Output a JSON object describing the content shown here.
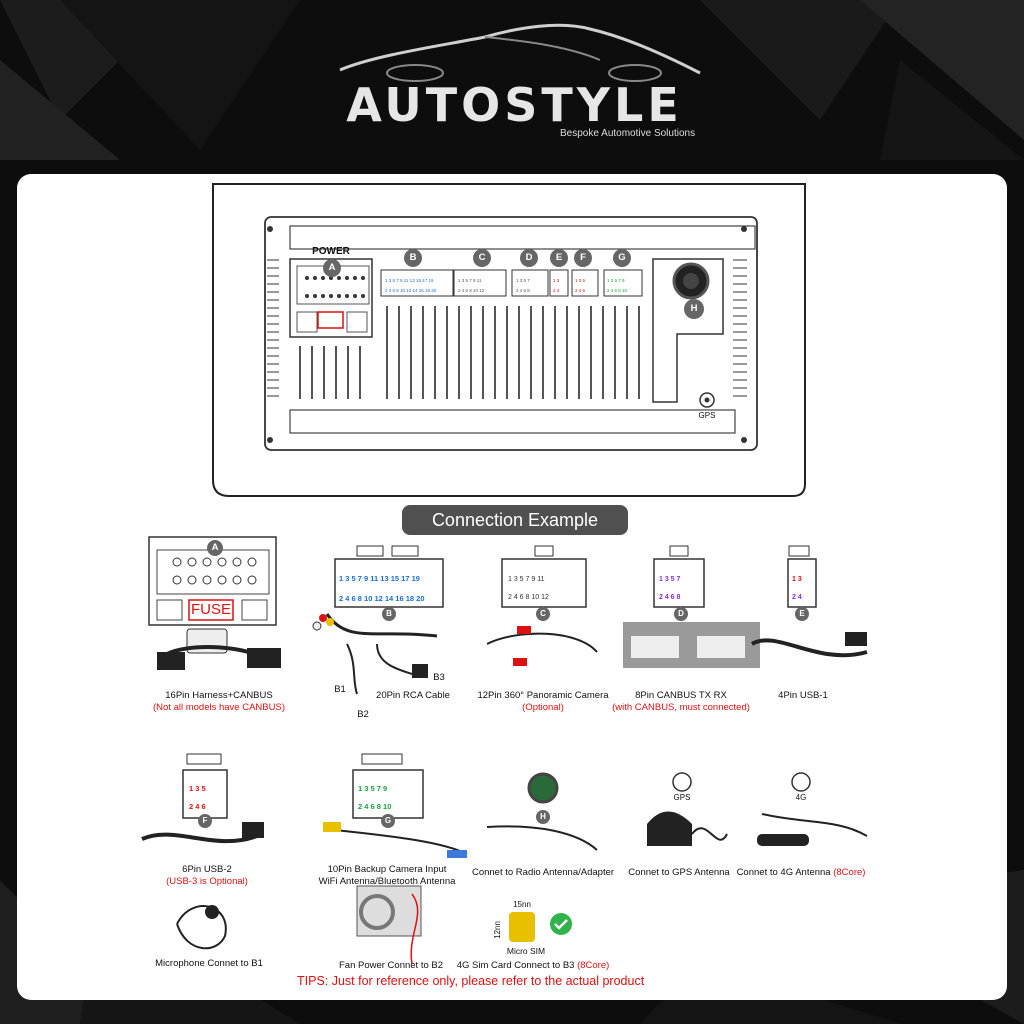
{
  "brand": {
    "name": "AUTOSTYLE",
    "tagline": "Bespoke Automotive Solutions"
  },
  "diagram": {
    "power_label": "POWER",
    "port_letters": [
      "A",
      "B",
      "C",
      "D",
      "E",
      "F",
      "G",
      "H"
    ],
    "gps_label": "GPS",
    "fuse_label": "FUSE",
    "section_title": "Connection Example",
    "b_cables": [
      "B1",
      "B2",
      "B3"
    ],
    "antenna_badges": {
      "gps": "GPS",
      "fourg": "4G"
    },
    "sim": {
      "width_label": "15nn",
      "height_label": "12nn",
      "name": "Micro SIM"
    }
  },
  "connections": [
    {
      "title": "16Pin Harness+CANBUS",
      "note": "(Not all models have CANBUS)"
    },
    {
      "title": "20Pin RCA Cable",
      "note": ""
    },
    {
      "title": "12Pin 360° Panoramic Camera",
      "note": "(Optional)"
    },
    {
      "title": "8Pin CANBUS TX RX",
      "note": "(with CANBUS, must connected)"
    },
    {
      "title": "4Pin USB-1",
      "note": ""
    },
    {
      "title": "6Pin USB-2",
      "note": "(USB-3 is Optional)"
    },
    {
      "title": "10Pin Backup Camera Input",
      "note": "WiFi Antenna/Bluetooth Antenna"
    },
    {
      "title": "Connet to Radio Antenna/Adapter",
      "note": ""
    },
    {
      "title": "Connet to GPS Antenna",
      "note": ""
    },
    {
      "title_prefix": "Connet to 4G Antenna ",
      "title_suffix": "(8Core)"
    },
    {
      "title": "Microphone Connet to B1",
      "note": ""
    },
    {
      "title": "Fan Power Connet to B2",
      "note": ""
    },
    {
      "title_prefix": "4G Sim Card Connect to B3 ",
      "title_suffix": "(8Core)"
    }
  ],
  "tips": "TIPS: Just for reference only, please refer to the actual product",
  "colors": {
    "accent_red": "#d11111",
    "blue_pins": "#1a6fd6",
    "green_pins": "#1aa33a",
    "purple_pins": "#8a2be2"
  }
}
